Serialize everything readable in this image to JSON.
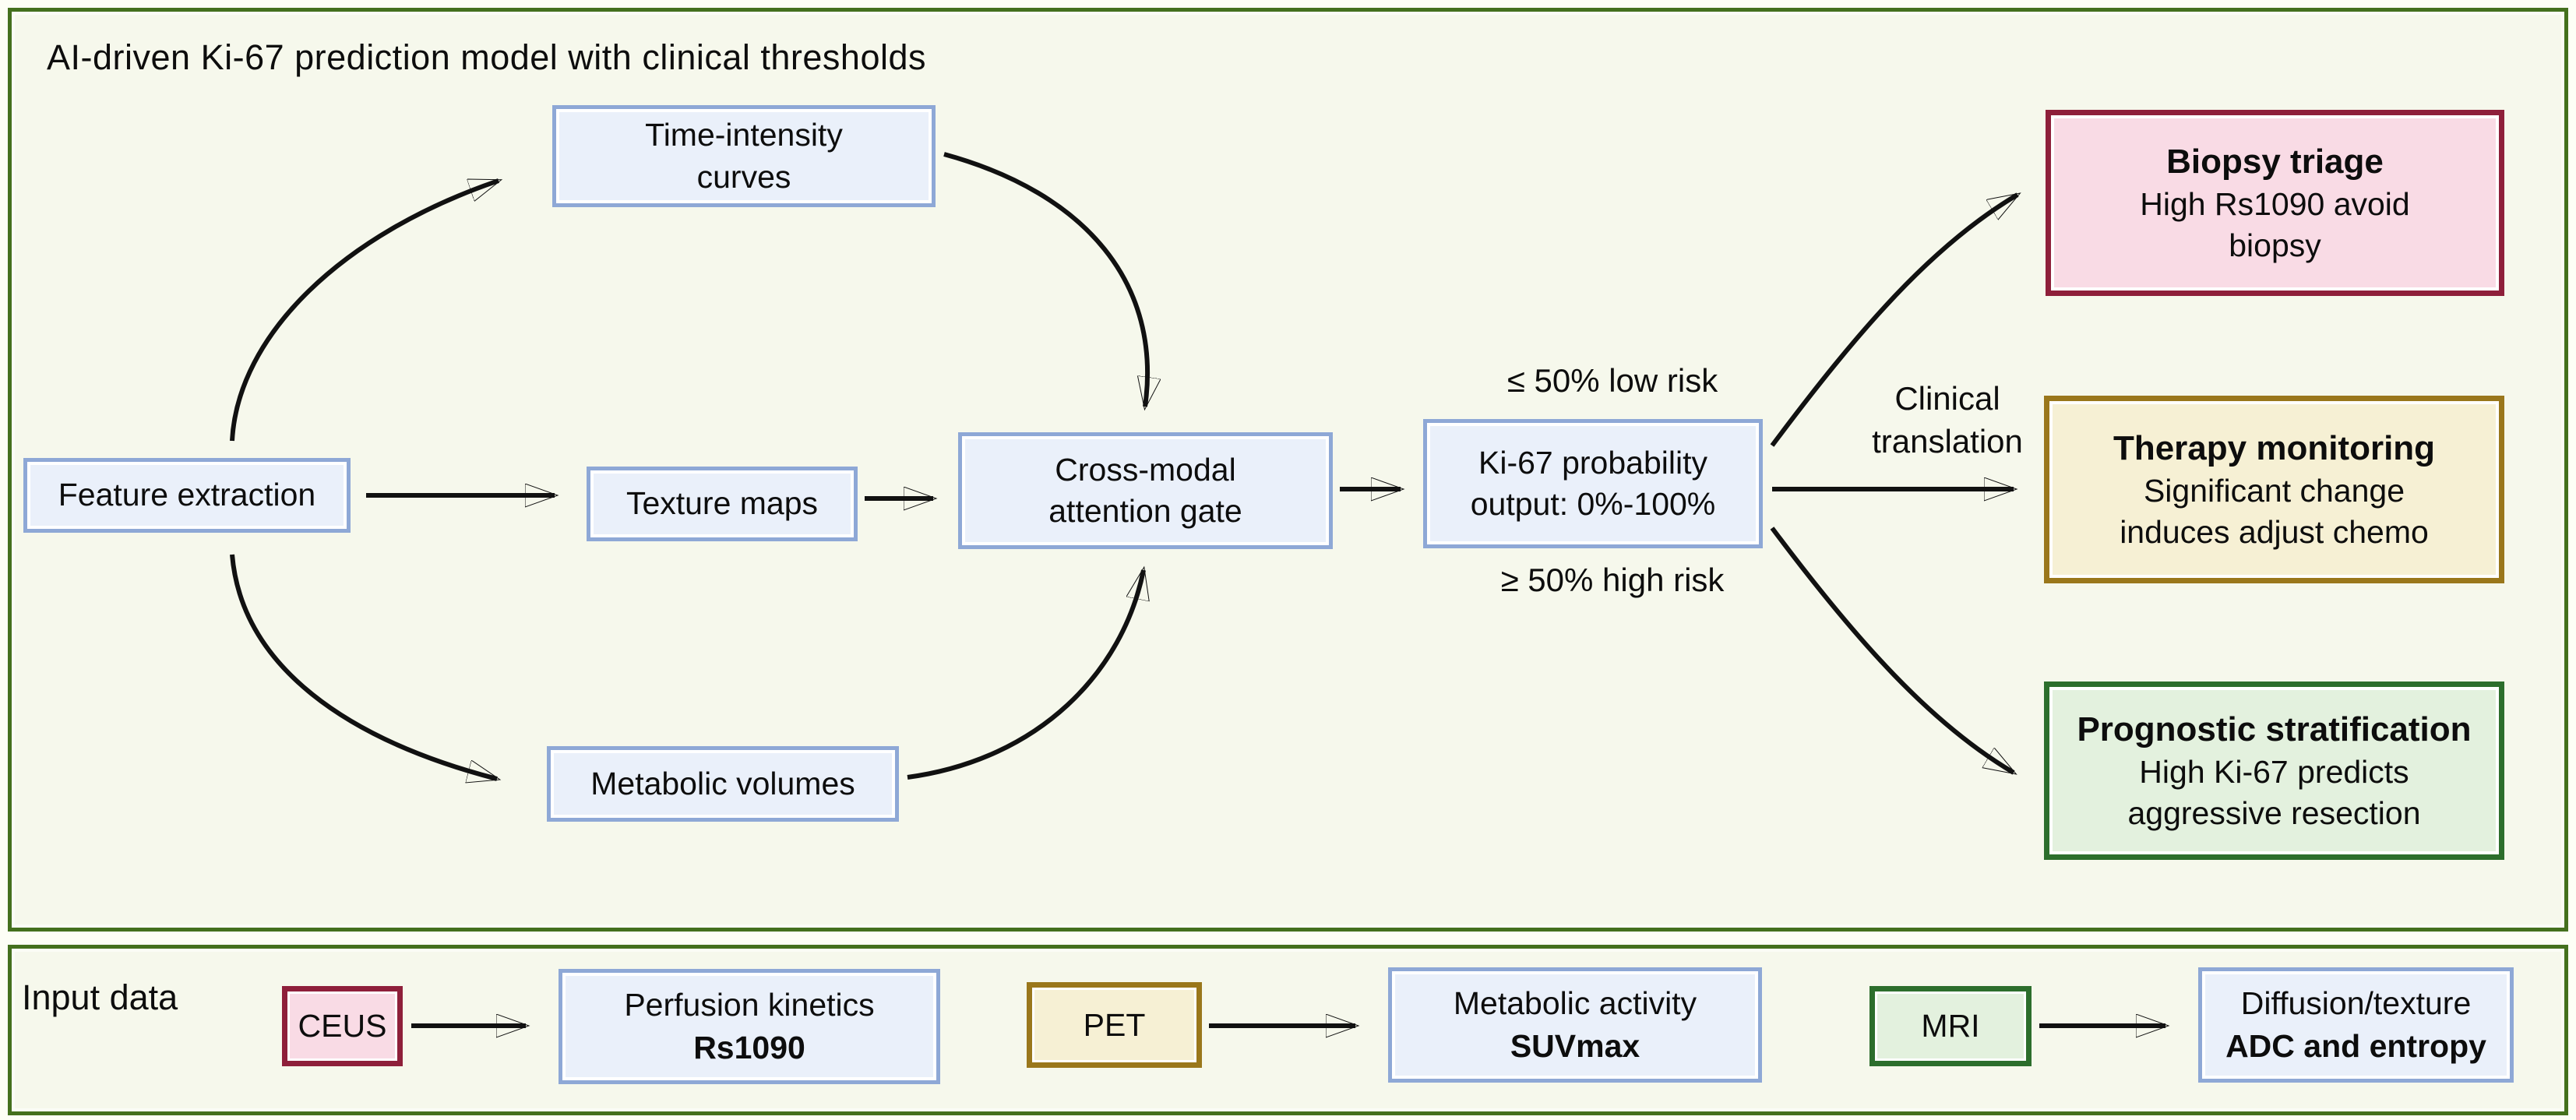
{
  "panels": {
    "model": {
      "title": "AI-driven Ki-67 prediction model with clinical thresholds",
      "nodes": {
        "feature_extraction": "Feature extraction",
        "time_intensity": "Time-intensity curves",
        "texture_maps": "Texture maps",
        "metabolic_volumes": "Metabolic volumes",
        "attention_gate": "Cross-modal attention gate",
        "ki67_output": "Ki-67 probability output: 0%-100%",
        "low_risk": "≤ 50% low risk",
        "high_risk": "≥ 50% high risk",
        "clinical_translation": "Clinical translation"
      },
      "outcomes": [
        {
          "title": "Biopsy triage",
          "desc": "High Rs1090 avoid biopsy",
          "color": "#8e1f3a"
        },
        {
          "title": "Therapy monitoring",
          "desc": "Significant change induces adjust chemo",
          "color": "#9a771b"
        },
        {
          "title": "Prognostic stratification",
          "desc": "High Ki-67 predicts aggressive resection",
          "color": "#2c6e2c"
        }
      ]
    },
    "input": {
      "label": "Input data",
      "sources": [
        {
          "modality": "CEUS",
          "feature": "Perfusion kinetics",
          "metric": "Rs1090",
          "color": "#8e1f3a"
        },
        {
          "modality": "PET",
          "feature": "Metabolic activity",
          "metric": "SUVmax",
          "color": "#9a771b"
        },
        {
          "modality": "MRI",
          "feature": "Diffusion/texture",
          "metric": "ADC and entropy",
          "color": "#2c6e2c"
        }
      ]
    }
  },
  "colors": {
    "panel_border": "#44701e",
    "panel_fill": "#f6f8ec",
    "node_fill": "#eaf0fa",
    "node_border": "#8ea8d6",
    "pink_fill": "#f9dbe5",
    "gold_fill": "#f6f0d4",
    "green_fill": "#e3f1de",
    "arrow": "#111111"
  }
}
